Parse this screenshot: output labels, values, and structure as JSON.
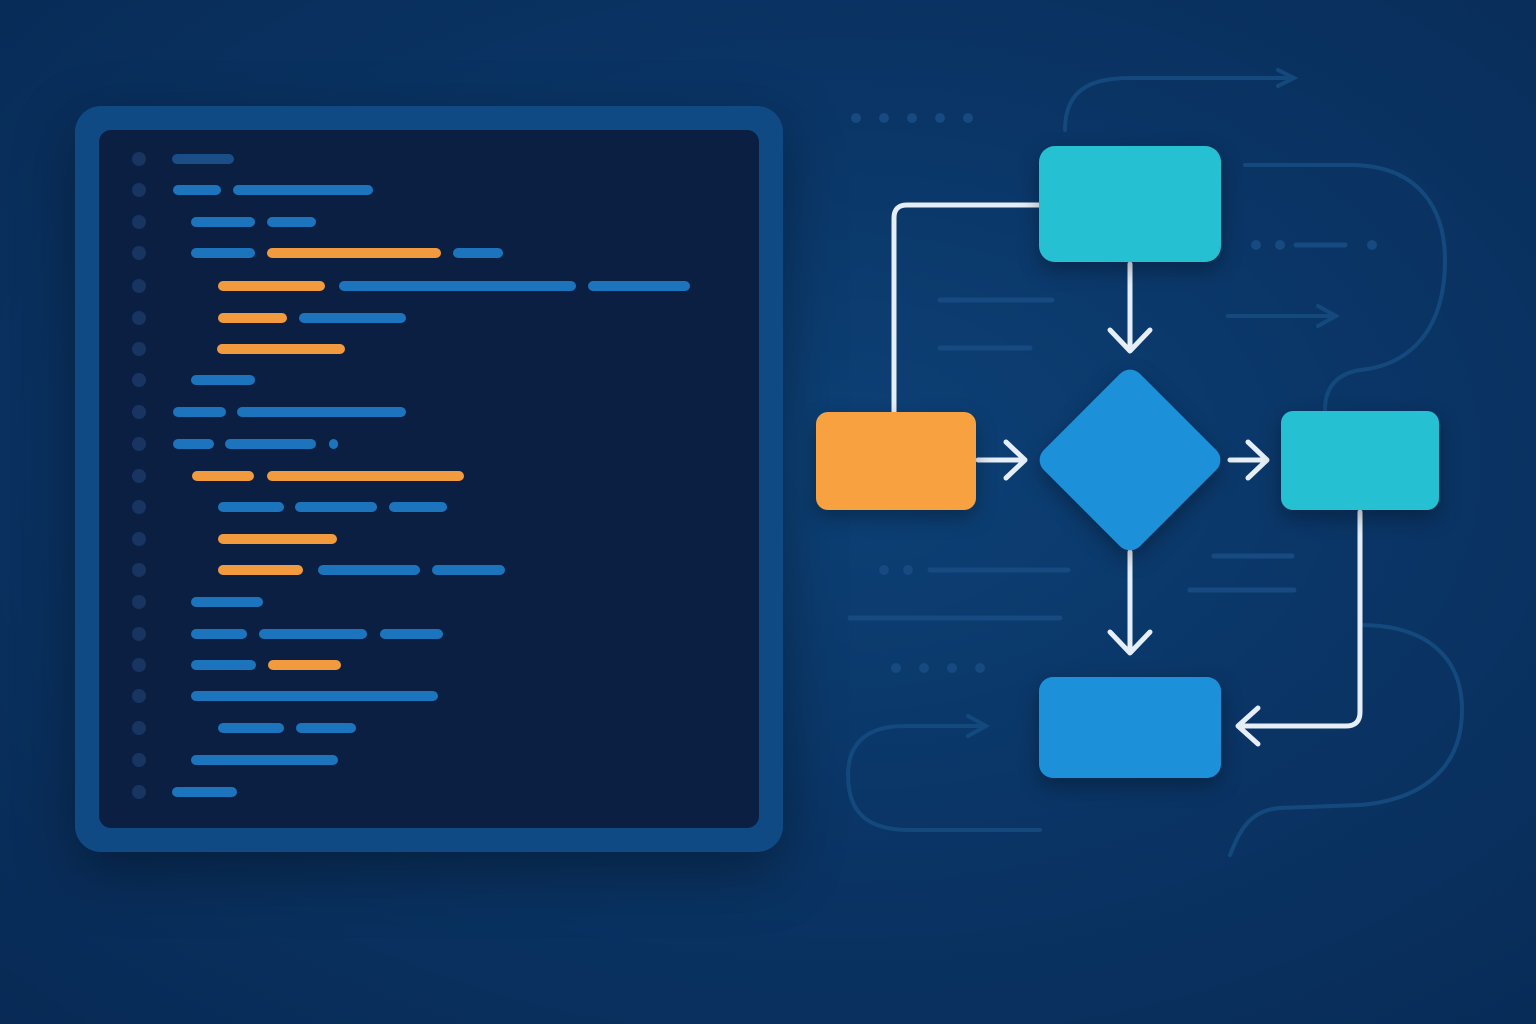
{
  "colors": {
    "background": "#0a3566",
    "editor_frame": "#0f4a84",
    "editor_screen": "#0a1f42",
    "code_blue": "#1c75bc",
    "code_orange": "#f29a3e",
    "node_teal": "#27c0d3",
    "node_orange": "#f8a13f",
    "node_blue": "#1e90d8",
    "connector": "#e6eef7"
  },
  "icons": [
    "code-editor-icon",
    "flowchart-icon",
    "arrow-icon"
  ],
  "code_editor": {
    "line_count": 21,
    "token_kinds": [
      "keyword",
      "string"
    ]
  },
  "flowchart": {
    "nodes": [
      {
        "id": "start",
        "shape": "rectangle",
        "color": "#27c0d3"
      },
      {
        "id": "input",
        "shape": "rectangle",
        "color": "#f8a13f"
      },
      {
        "id": "decision",
        "shape": "diamond",
        "color": "#1e90d8"
      },
      {
        "id": "branch",
        "shape": "rectangle",
        "color": "#27c0d3"
      },
      {
        "id": "end",
        "shape": "rectangle",
        "color": "#1e90d8"
      }
    ],
    "edges": [
      {
        "from": "input",
        "to": "start"
      },
      {
        "from": "start",
        "to": "decision"
      },
      {
        "from": "input",
        "to": "decision"
      },
      {
        "from": "decision",
        "to": "branch"
      },
      {
        "from": "decision",
        "to": "end"
      },
      {
        "from": "branch",
        "to": "end"
      }
    ]
  }
}
